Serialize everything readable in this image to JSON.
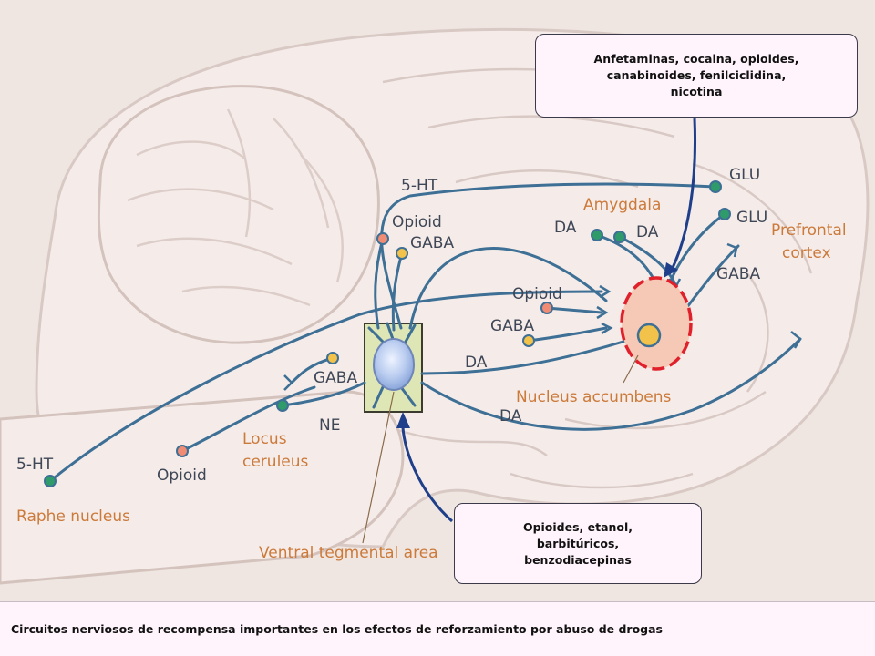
{
  "callouts": {
    "top": "Anfetaminas, cocaina, opioides, canabinoides, fenilciclidina, nicotina",
    "bottom": "Opioides, etanol, barbitúricos, benzodiacepinas"
  },
  "labels": {
    "five_ht_top": "5-HT",
    "opioid_top": "Opioid",
    "gaba_top": "GABA",
    "amygdala": "Amygdala",
    "da_left": "DA",
    "da_right": "DA",
    "glu_1": "GLU",
    "glu_2": "GLU",
    "prefrontal_1": "Prefrontal",
    "prefrontal_2": "cortex",
    "gaba_pfc": "GABA",
    "opioid_mid": "Opioid",
    "gaba_mid": "GABA",
    "da_vta": "DA",
    "gaba_lc": "GABA",
    "ne": "NE",
    "nucleus_accumbens": "Nucleus accumbens",
    "da_lower": "DA",
    "five_ht_bottom": "5-HT",
    "raphe": "Raphe nucleus",
    "opioid_bottom": "Opioid",
    "locus_1": "Locus",
    "locus_2": "ceruleus",
    "vta": "Ventral tegmental area"
  },
  "caption": "Circuitos nerviosos de recompensa importantes en los efectos de reforzamiento por abuso de drogas",
  "colors": {
    "neuron_line": "#3e6f95",
    "green_node": "#2f9a6a",
    "orange_node": "#f08c74",
    "yellow_node": "#f2c24a",
    "accumbens_ring": "#e0202a",
    "arrow": "#1f3f8a"
  }
}
